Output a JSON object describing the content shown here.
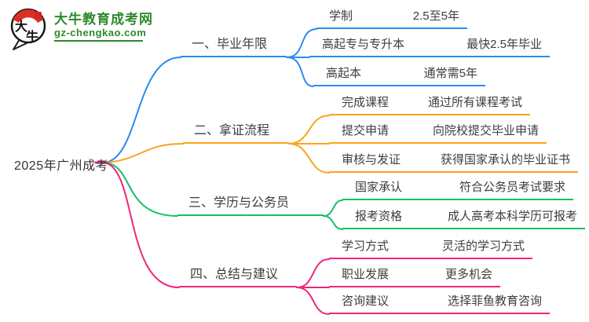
{
  "logo": {
    "mark_char_1": "大",
    "mark_char_2": "牛",
    "site_name": "大牛教育成考网",
    "site_url": "gz-chengkao.com",
    "brand_color": "#2d8a2d",
    "seal_color": "#cf2a1d"
  },
  "root": {
    "label": "2025年广州成考"
  },
  "branches": [
    {
      "label": "一、毕业年限",
      "color": "#2b8af0",
      "children": [
        {
          "label": "学制",
          "value": "2.5至5年"
        },
        {
          "label": "高起专与专升本",
          "value": "最快2.5年毕业"
        },
        {
          "label": "高起本",
          "value": "通常需5年"
        }
      ]
    },
    {
      "label": "二、拿证流程",
      "color": "#fba31c",
      "children": [
        {
          "label": "完成课程",
          "value": "通过所有课程考试"
        },
        {
          "label": "提交申请",
          "value": "向院校提交毕业申请"
        },
        {
          "label": "审核与发证",
          "value": "获得国家承认的毕业证书"
        }
      ]
    },
    {
      "label": "三、学历与公务员",
      "color": "#12c06a",
      "children": [
        {
          "label": "国家承认",
          "value": "符合公务员考试要求"
        },
        {
          "label": "报考资格",
          "value": "成人高考本科学历可报考"
        }
      ]
    },
    {
      "label": "四、总结与建议",
      "color": "#f1247c",
      "children": [
        {
          "label": "学习方式",
          "value": "灵活的学习方式"
        },
        {
          "label": "职业发展",
          "value": "更多机会"
        },
        {
          "label": "咨询建议",
          "value": "选择菲鱼教育咨询"
        }
      ]
    }
  ]
}
